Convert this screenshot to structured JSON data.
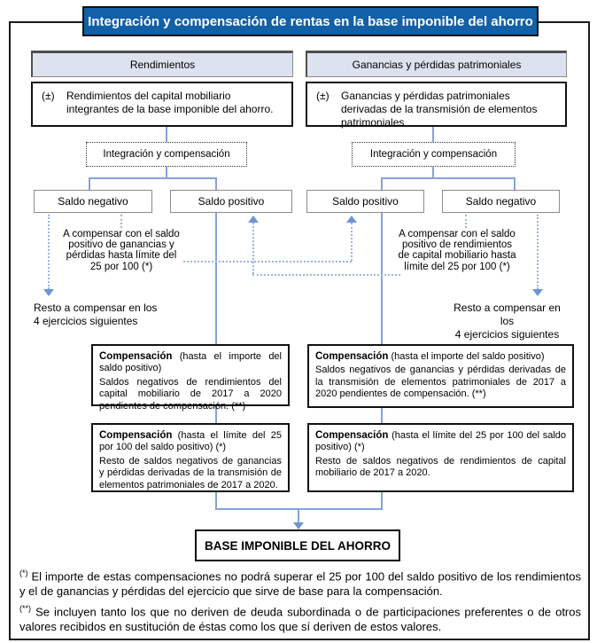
{
  "title": "Integración y compensación de rentas en la base imponible del ahorro",
  "columns": {
    "left": {
      "header": "Rendimientos",
      "pm_symbol": "(±)",
      "source_text": "Rendimientos del capital mobiliario integrantes de la base imponible del ahorro.",
      "integration_label": "Integración y compensación",
      "saldo_negativo": "Saldo negativo",
      "saldo_positivo": "Saldo positivo",
      "compensar_lines": [
        "A compensar con el saldo",
        "positivo de ganancias y",
        "pérdidas hasta límite del",
        "25 por 100 (*)"
      ],
      "resto_lines": [
        "Resto a compensar en los",
        "4 ejercicios siguientes"
      ],
      "comp1_title": "Compensación",
      "comp1_rest": " (hasta el importe del saldo positivo)",
      "comp1_body": "Saldos negativos de rendimientos del capital mobiliario de 2017 a 2020 pendientes de compensación. (**)",
      "comp2_title": "Compensación",
      "comp2_rest": " (hasta el límite del 25 por 100 del saldo positivo) (*)",
      "comp2_body": "Resto de saldos negativos de ganancias y pérdidas derivadas de la transmisión de elementos patrimoniales de 2017 a 2020."
    },
    "right": {
      "header": "Ganancias y pérdidas patrimoniales",
      "pm_symbol": "(±)",
      "source_text": "Ganancias y pérdidas patrimoniales derivadas de la transmisión de elementos patrimoniales",
      "integration_label": "Integración y compensación",
      "saldo_positivo": "Saldo positivo",
      "saldo_negativo": "Saldo negativo",
      "compensar_lines": [
        "A compensar con el saldo",
        "positivo de rendimientos",
        "de capital mobiliario hasta",
        "límite del 25 por 100 (*)"
      ],
      "resto_lines": [
        "Resto a compensar en los",
        "4 ejercicios siguientes"
      ],
      "comp1_title": "Compensación",
      "comp1_rest": " (hasta el importe del saldo positivo)",
      "comp1_body": "Saldos negativos de ganancias y pérdidas derivadas de la transmisión de elementos patrimoniales de 2017 a 2020 pendientes de compensación. (**)",
      "comp2_title": "Compensación",
      "comp2_rest": " (hasta el límite del 25 por 100 del saldo positivo) (*)",
      "comp2_body": "Resto de saldos negativos de rendimientos de capital mobiliario de 2017 a 2020."
    }
  },
  "result_label": "BASE IMPONIBLE DEL AHORRO",
  "footnotes": [
    {
      "marker": "(*)",
      "text": " El importe de estas compensaciones no podrá superar el 25 por 100 del saldo positivo de los rendimientos y el de ganancias y pérdidas del ejercicio que sirve de base para la compensación."
    },
    {
      "marker": "(**)",
      "text": " Se incluyen tanto los que no deriven de deuda subordinada o de participaciones preferentes o de otros valores recibidos en sustitución de éstas como los que sí deriven de estos valores."
    }
  ],
  "colors": {
    "title_bg": "#1160a8",
    "header_bg": "#dde2ef",
    "line_blue": "#84a3d8",
    "dotted_blue": "#9ab6e5",
    "border_black": "#111111"
  }
}
